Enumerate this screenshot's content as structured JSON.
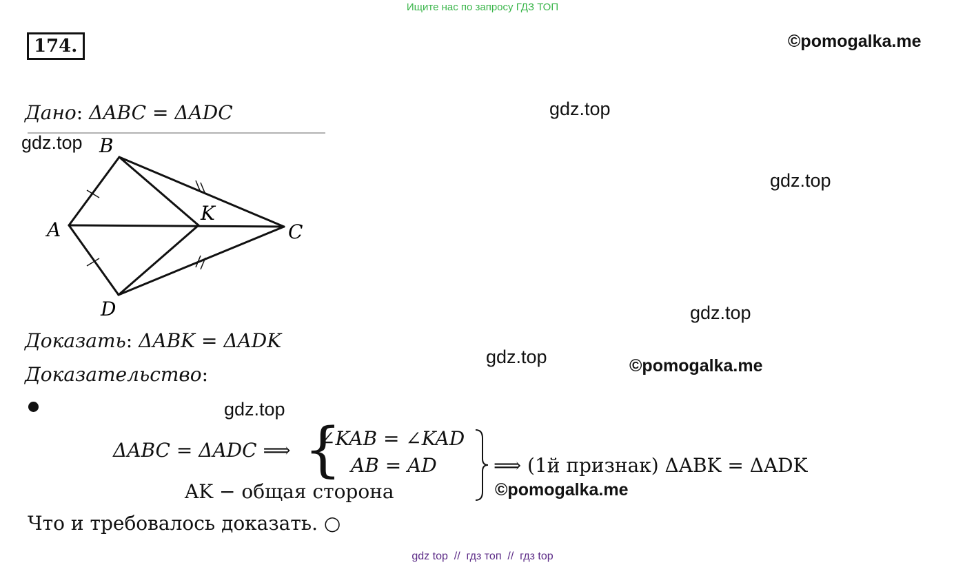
{
  "banner": "Ищите нас по запросу ГДЗ ТОП",
  "problem_number": "174.",
  "brand": "©pomogalka.me",
  "watermark": "gdz.top",
  "given": {
    "label": "Дано",
    "statement": "ΔABC = ΔADC"
  },
  "figure": {
    "points": {
      "A": "A",
      "B": "B",
      "C": "C",
      "D": "D",
      "K": "K"
    }
  },
  "prove": {
    "label": "Доказать",
    "statement": "ΔABK = ΔADK"
  },
  "proof_label": "Доказательство",
  "proof": {
    "premise": "ΔABC = ΔADC ⟹",
    "line1": "∠KAB = ∠KAD",
    "line2": "AB = AD",
    "line3": "AK − общая сторона",
    "conclusion": "⟹ (1й признак) ΔABK = ΔADK"
  },
  "qed": "Что и требовалось доказать. ○",
  "footer": "gdz top  //  гдз топ  //  гдз top"
}
